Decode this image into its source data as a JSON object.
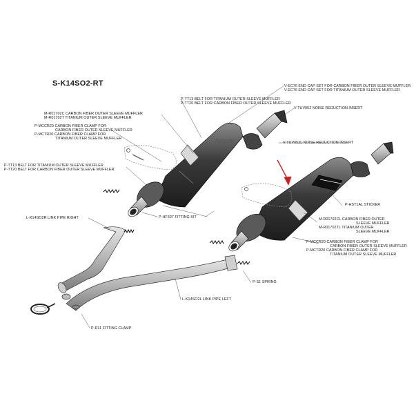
{
  "title": "S-K14SO2-RT",
  "watermark": "hirochi",
  "accent_color": "#d0201b",
  "labels": {
    "tt13_tt20_top": [
      "P-TT13  BELT FOR TITANIUM OUTER SLEEVE MUFFLER",
      "P-TT20  BELT FOR CARBON FIBER OUTER SLEEVE MUFFLER"
    ],
    "ec76": [
      "V-EC76  END CAP SET FOR CARBON FIBER OUTER SLEEVE MUFFLER",
      "V-EC76  END CAP SET FOR TITANIUM OUTER SLEEVE MUFFLER"
    ],
    "r01702": [
      "M-R01702C  CARBON FIBER OUTER SLEEVE MUFFLER",
      "M-R01702T  TITANIUM OUTER SLEEVE MUFFLER"
    ],
    "tuv052": [
      "V-TUV052  NOISE REDUCTION INSERT"
    ],
    "mccr_left": [
      "P-MCCR20  CARBON FIBER CLAMP FOR",
      "CARBON FIBER OUTER SLEEVE MUFFLER",
      "P-MCTR20  CARBON FIBER CLAMP FOR",
      "TITANIUM OUTER SLEEVE MUFFLER"
    ],
    "tuv052l": [
      "V-TUV052L  NOISE REDUCTION INSERT"
    ],
    "tt13_tt20_left": [
      "P-TT13  BELT FOR TITANIUM OUTER SLEEVE MUFFLER",
      "P-TT20  BELT FOR CARBON FIBER OUTER SLEEVE MUFFLER"
    ],
    "hst1al": [
      "P-HST1AL  STICKER"
    ],
    "k14so2r": [
      "L-K14SO2R  LINK PIPE RIGHT"
    ],
    "hf327": [
      "P-HF327  FITTING KIT"
    ],
    "r01702cl": [
      "M-R01702CL  CARBON FIBER OUTER",
      "SLEEVE MUFFLER",
      "M-R01702TL  TITANIUM OUTER",
      "SLEEVE MUFFLER"
    ],
    "mccr_right": [
      "P-MCCR20  CARBON FIBER CLAMP FOR",
      "CARBON FIBER OUTER SLEEVE MUFFLER",
      "P-MCTR20  CARBON FIBER CLAMP FOR",
      "TITANIUM OUTER SLEEVE MUFFLER"
    ],
    "spring": [
      "P-S1  SPRING"
    ],
    "k14so2l": [
      "L-K14SO2L  LINK PIPE LEFT"
    ],
    "r11": [
      "P-R11  FITTING CLAMP"
    ]
  }
}
